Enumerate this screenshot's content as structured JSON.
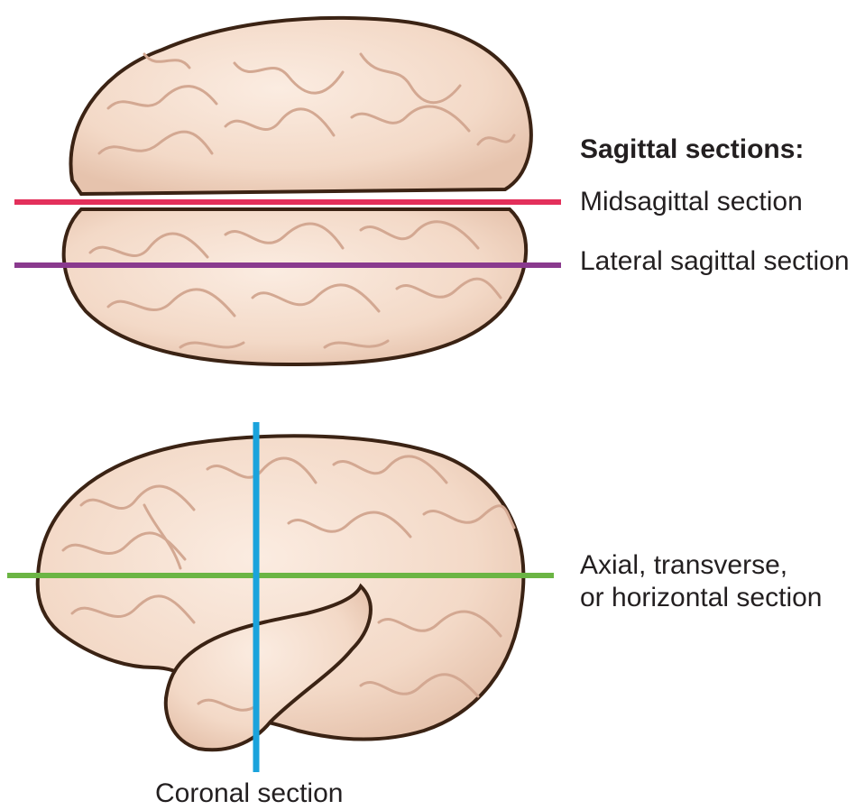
{
  "heading": "Sagittal sections:",
  "planes": {
    "midsagittal": {
      "label": "Midsagittal section",
      "color": "#e3305b"
    },
    "lateral_sagittal": {
      "label": "Lateral sagittal section",
      "color": "#8a3a8e"
    },
    "axial": {
      "label_line1": "Axial, transverse,",
      "label_line2": "or horizontal section",
      "color": "#6bb544"
    },
    "coronal": {
      "label": "Coronal section",
      "color": "#1aa3dc"
    }
  },
  "colors": {
    "brain_fill": "#f3d9c7",
    "brain_outline": "#3b2314",
    "gyri": "#d7b19d",
    "text": "#231f20"
  },
  "views": {
    "top": {
      "name": "superior-view-brain"
    },
    "side": {
      "name": "lateral-view-brain"
    }
  }
}
